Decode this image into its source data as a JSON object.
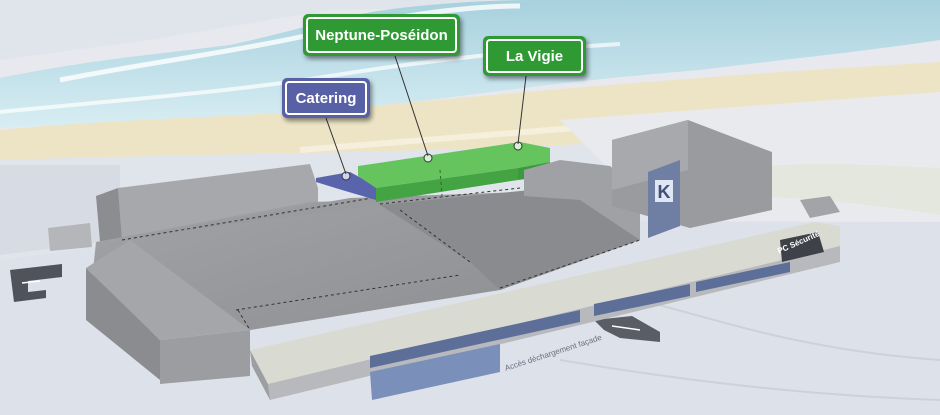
{
  "callouts": {
    "neptune": "Neptune-Poséidon",
    "vigie": "La Vigie",
    "catering": "Catering"
  },
  "map_labels": {
    "acces": "Accès déchargement façade",
    "pc_securite": "PC Sécurité"
  },
  "colors": {
    "highlight_green": "#52b04f",
    "callout_green": "#2f9a34",
    "highlight_blue": "#5a64ac",
    "callout_blue": "#5860a6",
    "sea": "#bfe0ea",
    "sand": "#ece3c4",
    "building": "#a9aaae"
  },
  "icons": {
    "parking_sign": "K"
  }
}
